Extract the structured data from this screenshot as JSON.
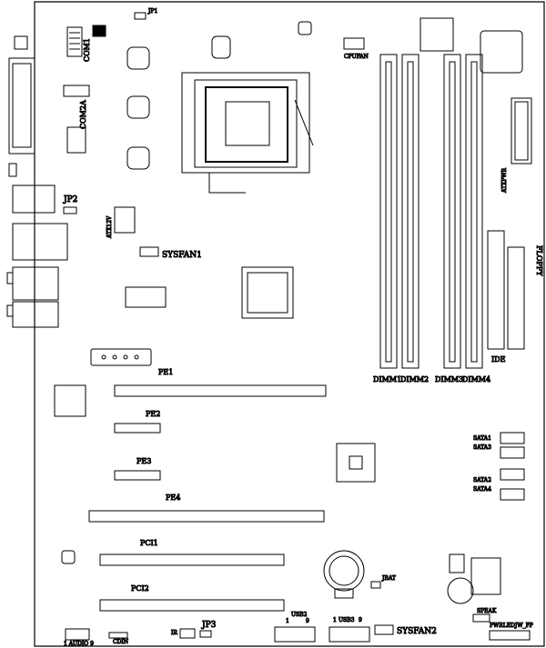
{
  "labels": {
    "jp1": "JP1",
    "com1": "COM1",
    "cpufan": "CPUFAN",
    "com2a": "COM2A",
    "jp2": "JP2",
    "atx12v": "ATX12V",
    "sysfan1": "SYSFAN1",
    "atxpwr": "ATXPWR",
    "floppy": "FLOPPY",
    "ide": "IDE",
    "dimm1": "DIMM1",
    "dimm2": "DIMM2",
    "dimm3": "DIMM3",
    "dimm4": "DIMM4",
    "pe1": "PE1",
    "pe2": "PE2",
    "pe3": "PE3",
    "pe4": "PE4",
    "sata1": "SATA1",
    "sata3": "SATA3",
    "sata2": "SATA2",
    "sata4": "SATA4",
    "pci1": "PCI1",
    "pci2": "PCI2",
    "jbat": "JBAT",
    "usb2": "USB2",
    "usb3": "USB3",
    "usb2_pin1": "1",
    "usb2_pin9": "9",
    "usb3_pin1": "1",
    "usb3_pin9": "9",
    "sysfan2": "SYSFAN2",
    "jp3": "JP3",
    "ir": "IR",
    "cdin": "CDIN",
    "audio": "1 AUDIO 9",
    "speak": "SPEAK",
    "pwrled": "PWRLED",
    "jw_fp": "JW_FP"
  },
  "colors": {
    "line": "#000000",
    "background": "#ffffff",
    "pad_fill": "#000000"
  }
}
